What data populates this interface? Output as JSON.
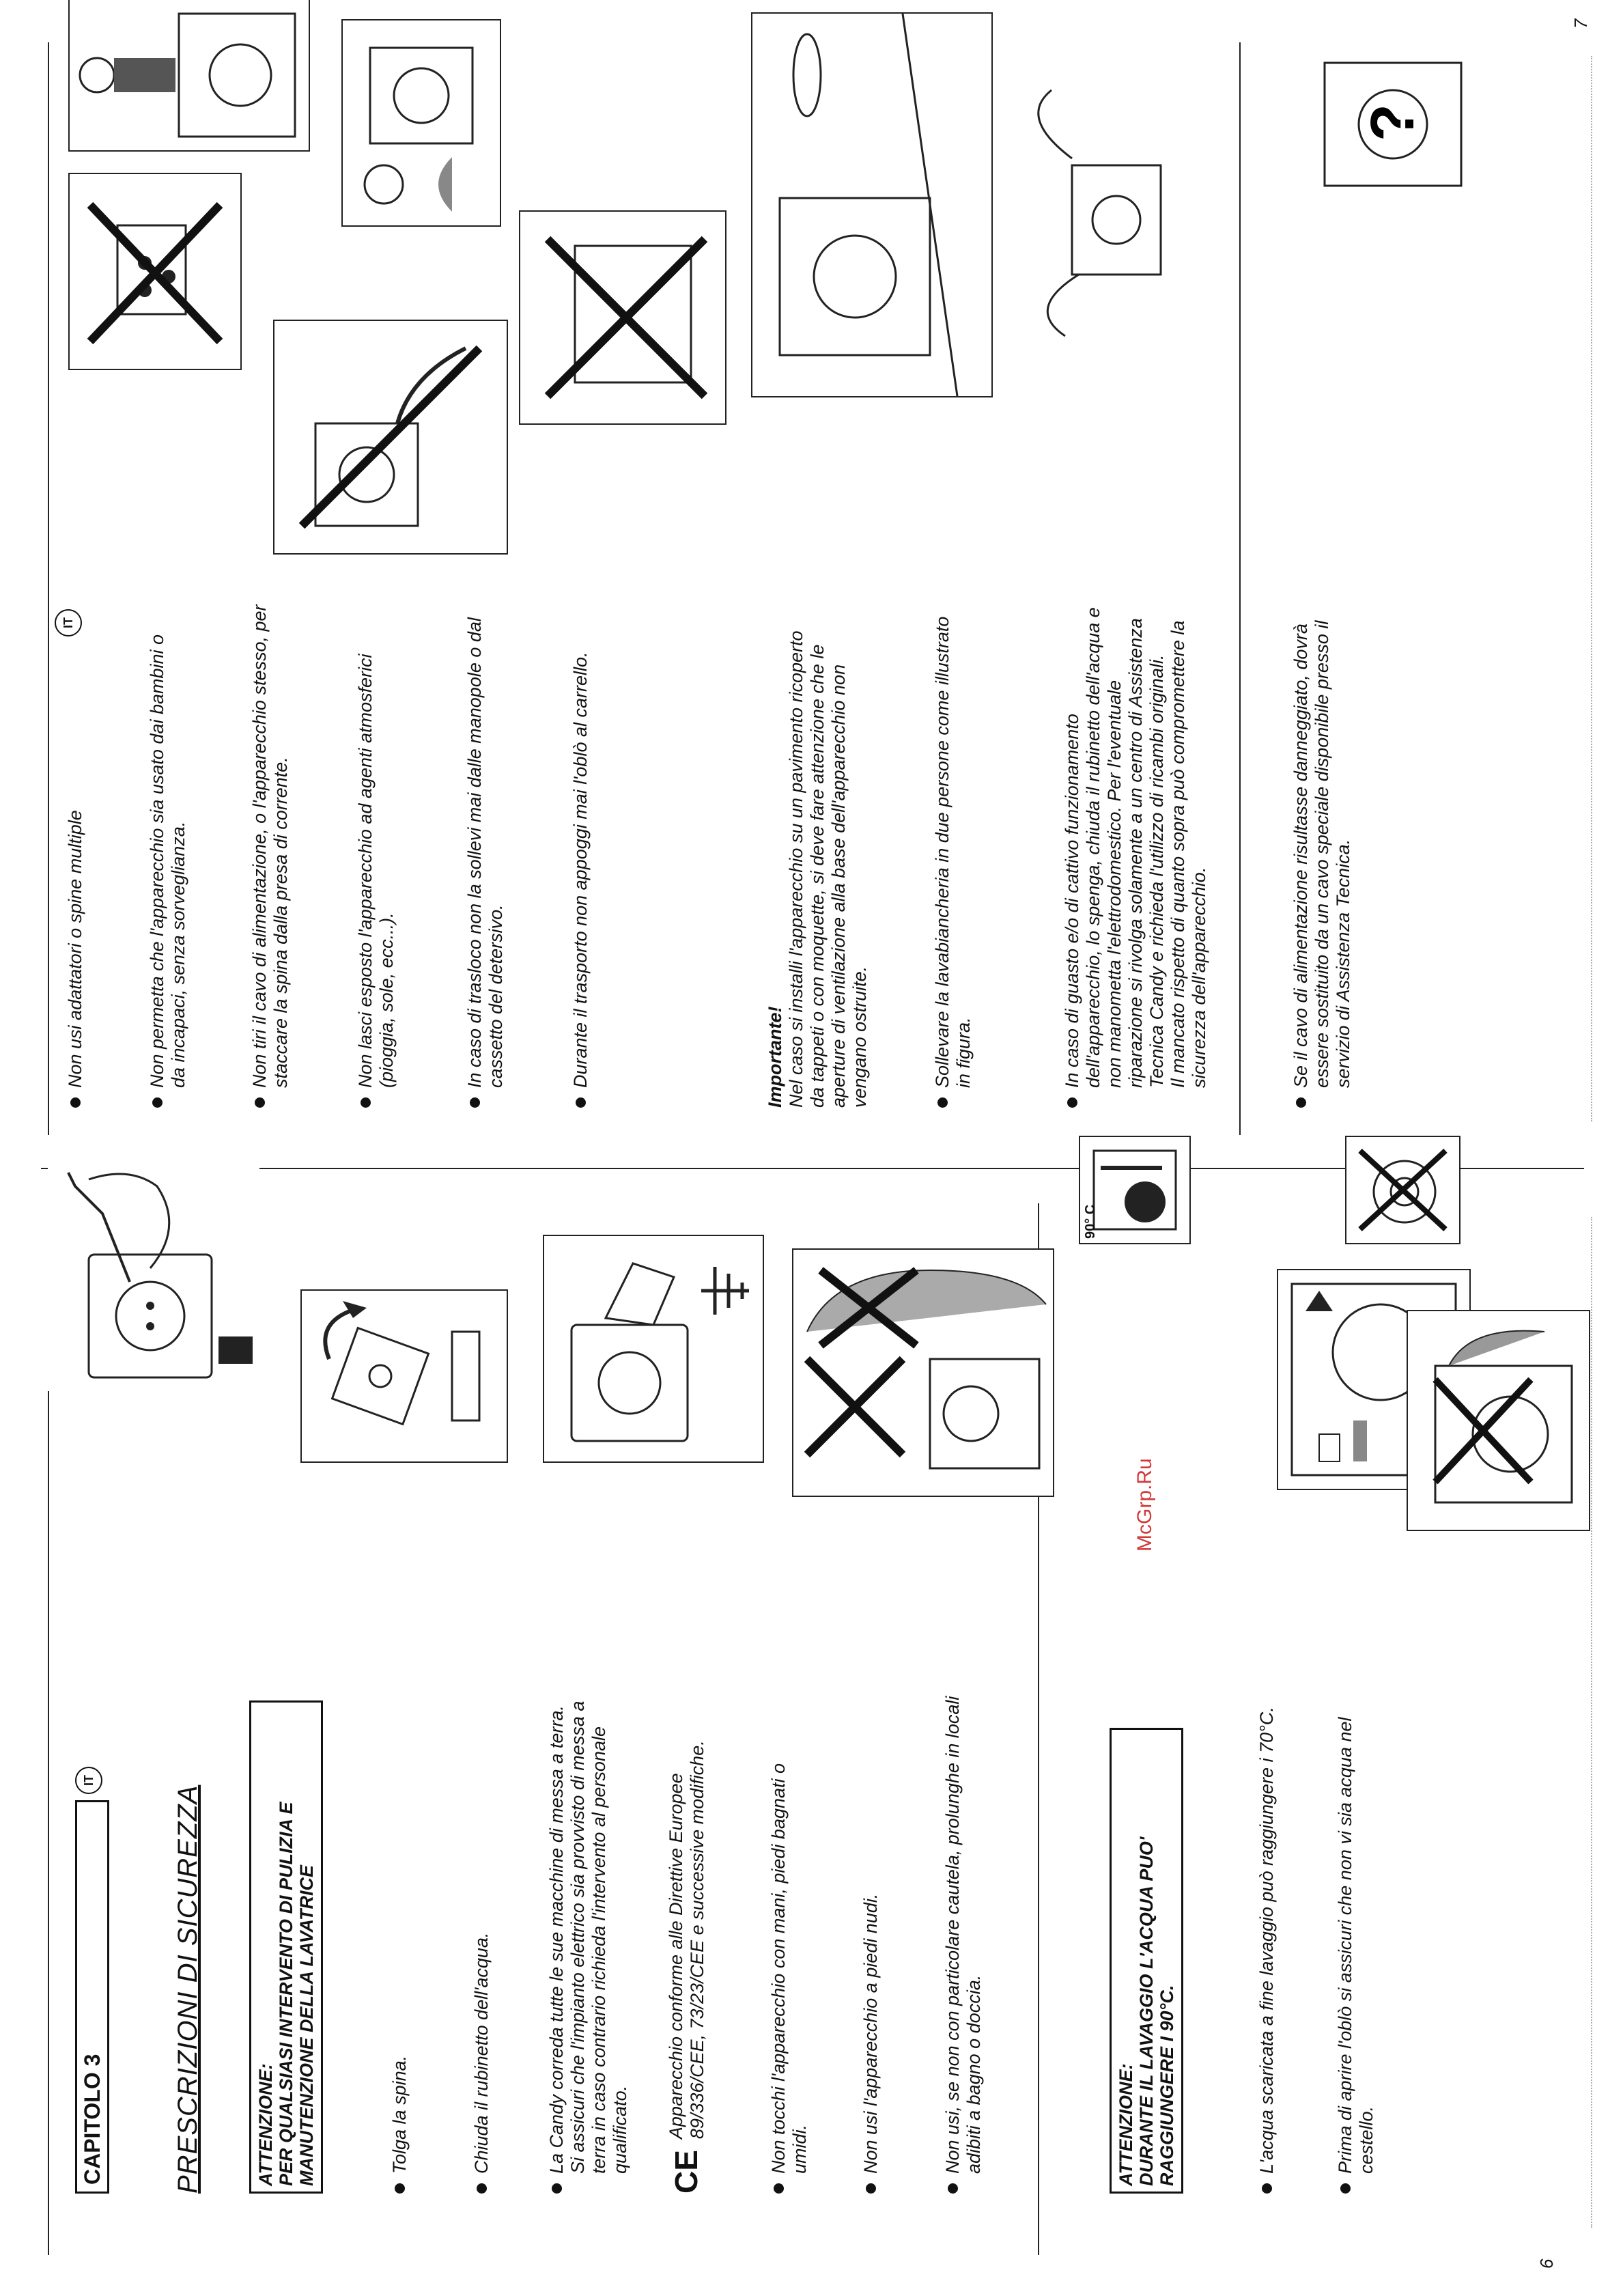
{
  "watermark": "McGrp.Ru",
  "left_page": {
    "chapter": "CAPITOLO 3",
    "badge": "IT",
    "title": "PRESCRIZIONI DI SICUREZZA",
    "warning1": [
      "ATTENZIONE:",
      "PER QUALSIASI INTERVENTO DI PULIZIA E",
      "MANUTENZIONE DELLA LAVATRICE"
    ],
    "items": [
      [
        "Tolga la spina."
      ],
      [
        "Chiuda il rubinetto dell'acqua."
      ],
      [
        "La Candy correda tutte le sue macchine di messa a terra.",
        "Si assicuri che l'impianto elettrico sia provvisto di messa a",
        "terra in caso contrario richieda l'intervento al personale",
        "qualificato."
      ]
    ],
    "ce_mark": "CE",
    "ce_text": [
      "Apparecchio conforme alle Direttive Europee",
      "89/336/CEE, 73/23/CEE e successive modifiche."
    ],
    "items2": [
      [
        "Non tocchi l'apparecchio con mani, piedi bagnati o",
        "umidi."
      ],
      [
        "Non usi l'apparecchio a piedi nudi."
      ],
      [
        "Non usi, se non con particolare cautela, prolunghe in locali",
        "adibiti a bagno o doccia."
      ]
    ],
    "warning2": [
      "ATTENZIONE:",
      "DURANTE IL LAVAGGIO L'ACQUA PUO'",
      "RAGGIUNGERE I 90°C."
    ],
    "items3": [
      [
        "L'acqua scaricata a fine lavaggio può raggiungere i 70°C."
      ],
      [
        "Prima di aprire l'oblò si assicuri che non vi sia acqua nel",
        "cestello."
      ]
    ],
    "temp_label": "90° C",
    "page_number": "6"
  },
  "right_page": {
    "badge": "IT",
    "items": [
      [
        "Non usi adattatori o spine multiple"
      ],
      [
        "Non permetta che l'apparecchio sia usato dai bambini o",
        "da incapaci, senza sorveglianza."
      ],
      [
        "Non tiri il cavo di alimentazione, o l'apparecchio stesso, per",
        "staccare la spina dalla presa di corrente."
      ],
      [
        "Non lasci esposto l'apparecchio ad agenti atmosferici",
        "(pioggia, sole, ecc...)."
      ],
      [
        "In caso di trasloco non la sollevi mai dalle manopole o dal",
        "cassetto del detersivo."
      ],
      [
        "Durante il trasporto non appoggi mai l'oblò al carrello."
      ]
    ],
    "important_title": "Importante!",
    "important_text": [
      "Nel caso si installi l'apparecchio su un pavimento ricoperto",
      "da tappeti o con moquette, si deve fare attenzione che le",
      "aperture di ventilazione alla base dell'apparecchio non",
      "vengano ostruite."
    ],
    "items2": [
      [
        "Sollevare la lavabiancheria in due persone come illustrato",
        "in figura."
      ],
      [
        "In caso di guasto e/o di cattivo funzionamento",
        "dell'apparecchio, lo spenga, chiuda il rubinetto dell'acqua e",
        "non manometta l'elettrodomestico. Per l'eventuale",
        "riparazione si rivolga solamente a un centro di Assistenza",
        "Tecnica Candy e richieda l'utilizzo di ricambi originali.",
        "Il mancato rispetto di quanto sopra può compromettere la",
        "sicurezza dell'apparecchio."
      ],
      [
        "Se il cavo di alimentazione risultasse danneggiato, dovrà",
        "essere sostituito da un cavo speciale disponibile presso il",
        "servizio di Assistenza Tecnica."
      ]
    ],
    "page_number": "7"
  }
}
